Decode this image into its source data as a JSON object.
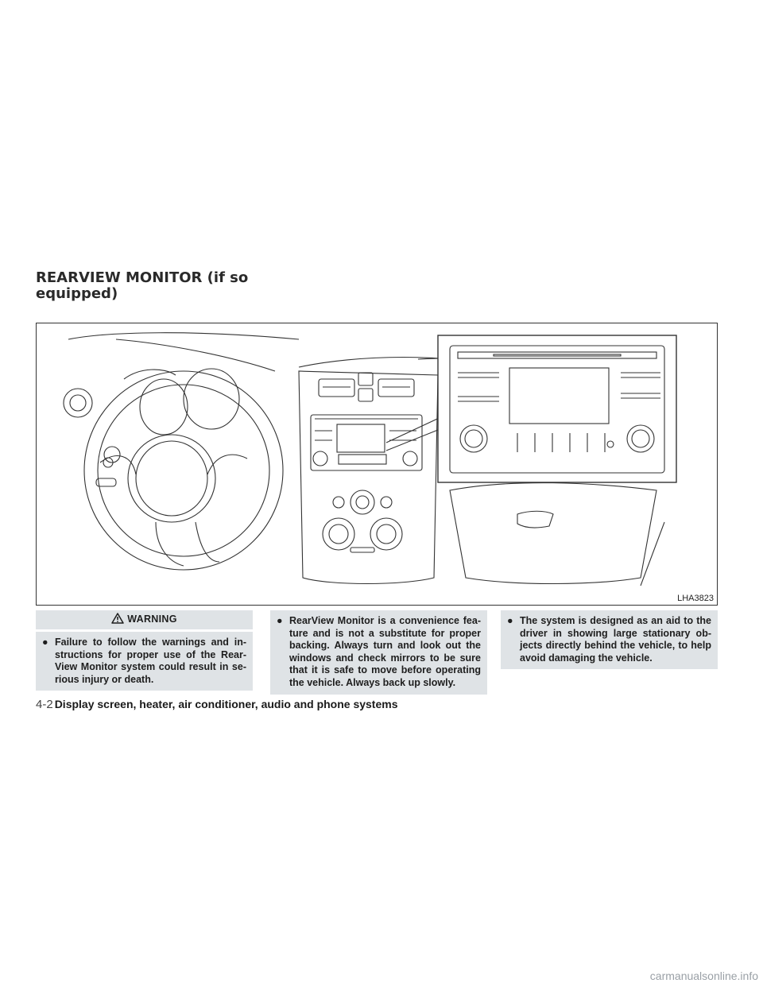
{
  "section": {
    "title": "REARVIEW MONITOR (if so equipped)"
  },
  "figure": {
    "id": "LHA3823"
  },
  "warning": {
    "heading": "WARNING",
    "items": [
      "Failure to follow the warnings and in-structions for proper use of the Rear-View Monitor system could result in se-rious injury or death.",
      "RearView Monitor is a convenience fea-ture and is not a substitute for proper backing. Always turn and look out the windows and check mirrors to be sure that it is safe to move before operating the vehicle. Always back up slowly.",
      "The system is designed as an aid to the driver in showing large stationary ob-jects directly behind the vehicle, to help avoid damaging the vehicle."
    ],
    "bullet_symbol": "●"
  },
  "footer": {
    "page": "4-2",
    "chapter": "Display screen, heater, air conditioner, audio and phone systems"
  },
  "watermark": "carmanualsonline.info",
  "colors": {
    "warning_bg": "#dfe3e6",
    "line": "#333333"
  }
}
